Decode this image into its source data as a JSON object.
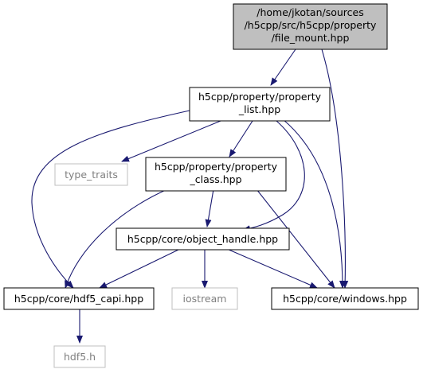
{
  "graph": {
    "nodes": [
      {
        "id": "file_mount",
        "lines": [
          "/home/jkotan/sources",
          "/h5cpp/src/h5cpp/property",
          "/file_mount.hpp"
        ],
        "style": "root"
      },
      {
        "id": "property_list",
        "lines": [
          "h5cpp/property/property",
          "_list.hpp"
        ],
        "style": "normal"
      },
      {
        "id": "type_traits",
        "lines": [
          "type_traits"
        ],
        "style": "external"
      },
      {
        "id": "property_class",
        "lines": [
          "h5cpp/property/property",
          "_class.hpp"
        ],
        "style": "normal"
      },
      {
        "id": "object_handle",
        "lines": [
          "h5cpp/core/object_handle.hpp"
        ],
        "style": "normal"
      },
      {
        "id": "hdf5_capi",
        "lines": [
          "h5cpp/core/hdf5_capi.hpp"
        ],
        "style": "normal"
      },
      {
        "id": "iostream",
        "lines": [
          "iostream"
        ],
        "style": "external"
      },
      {
        "id": "windows",
        "lines": [
          "h5cpp/core/windows.hpp"
        ],
        "style": "normal"
      },
      {
        "id": "hdf5_h",
        "lines": [
          "hdf5.h"
        ],
        "style": "external"
      }
    ],
    "edges": [
      {
        "from": "file_mount",
        "to": "property_list"
      },
      {
        "from": "file_mount",
        "to": "windows"
      },
      {
        "from": "property_list",
        "to": "hdf5_capi"
      },
      {
        "from": "property_list",
        "to": "type_traits"
      },
      {
        "from": "property_list",
        "to": "property_class"
      },
      {
        "from": "property_list",
        "to": "object_handle"
      },
      {
        "from": "property_list",
        "to": "windows"
      },
      {
        "from": "property_class",
        "to": "hdf5_capi"
      },
      {
        "from": "property_class",
        "to": "object_handle"
      },
      {
        "from": "property_class",
        "to": "windows"
      },
      {
        "from": "object_handle",
        "to": "hdf5_capi"
      },
      {
        "from": "object_handle",
        "to": "iostream"
      },
      {
        "from": "object_handle",
        "to": "windows"
      },
      {
        "from": "hdf5_capi",
        "to": "hdf5_h"
      }
    ]
  },
  "colors": {
    "edge": "#191970",
    "root_fill": "#bfbfbf",
    "normal_stroke": "#000000",
    "external_stroke": "#bfbfbf",
    "external_text": "#7f7f7f"
  }
}
